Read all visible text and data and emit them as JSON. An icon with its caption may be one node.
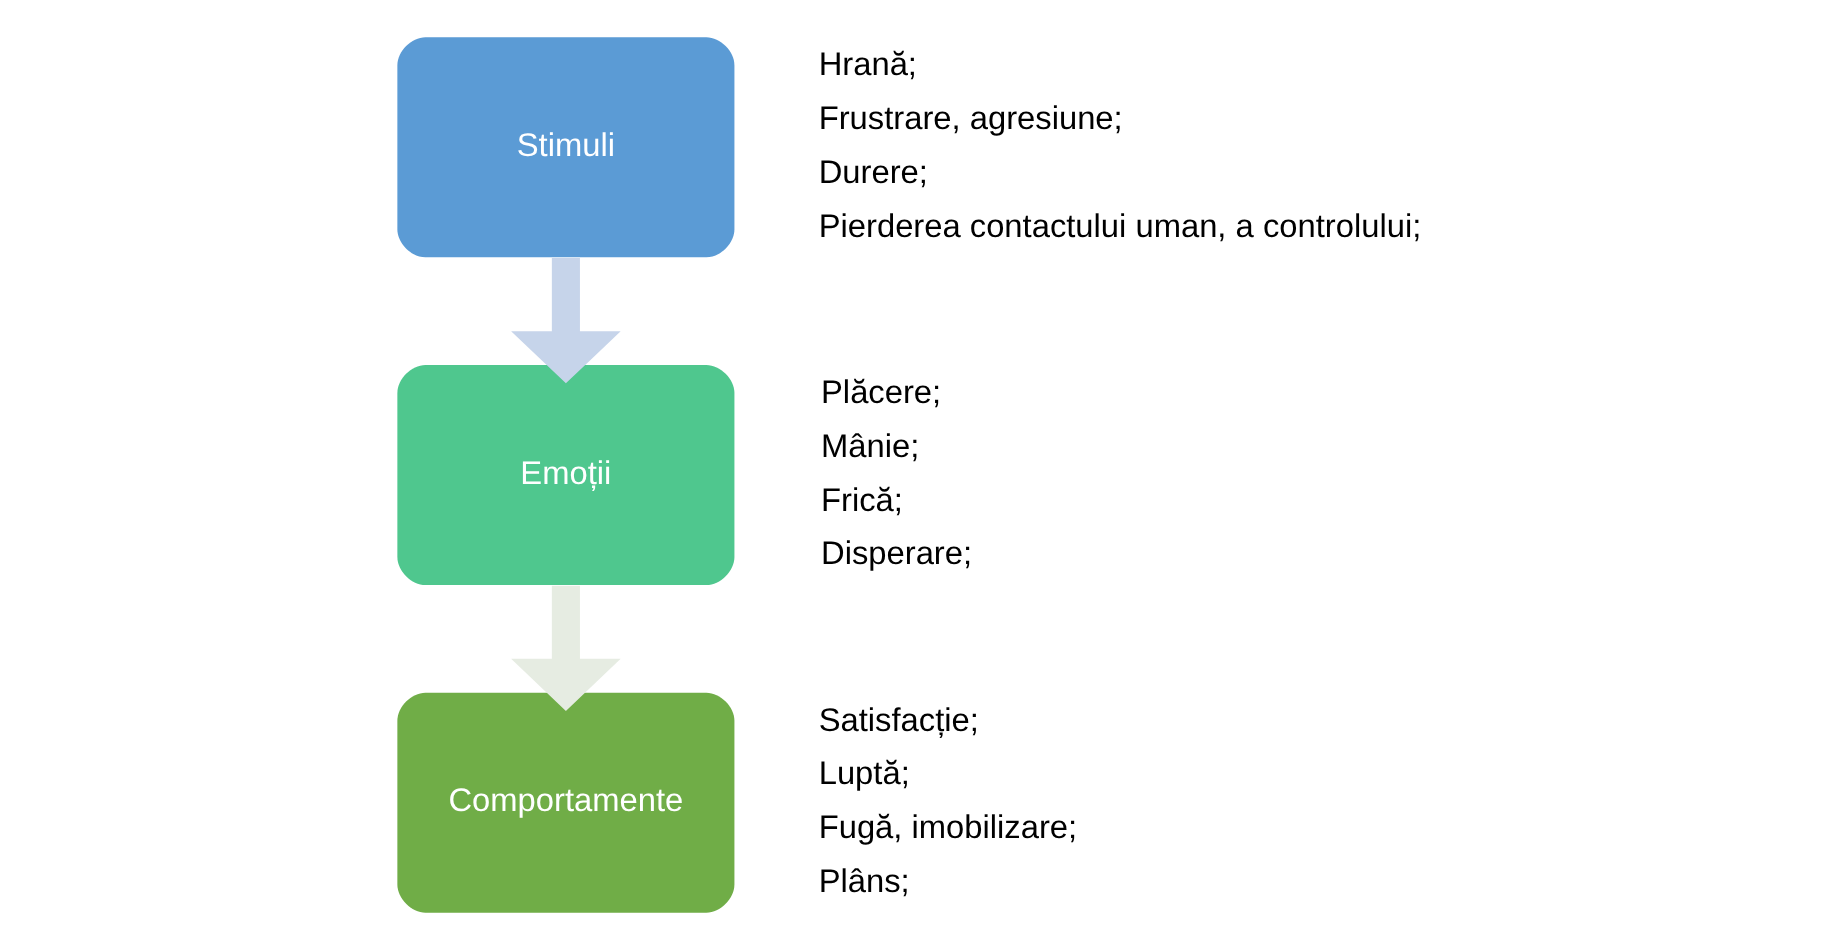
{
  "diagram": {
    "nodes": [
      {
        "text": [
          "Stimuli"
        ],
        "beside": [
          "Hrană;",
          "Frustrare, agresiune;",
          "Durere;",
          "Pierderea contactului uman, a controlului;"
        ]
      },
      {
        "text": [
          "Emoții"
        ],
        "beside": [
          "Plăcere;",
          "Mânie;",
          "Frică;",
          "Disperare;"
        ]
      },
      {
        "text": [
          "Comportamente"
        ],
        "beside": [
          "Satisfacție;",
          "Luptă;",
          "Fugă, imobilizare;",
          "Plâns;"
        ]
      }
    ],
    "edges": [
      {
        "from": 0,
        "to": 1,
        "arrow": "to",
        "color": "#c6d4ea"
      },
      {
        "from": 1,
        "to": 2,
        "arrow": "to",
        "color": "#e6ece2"
      }
    ]
  }
}
